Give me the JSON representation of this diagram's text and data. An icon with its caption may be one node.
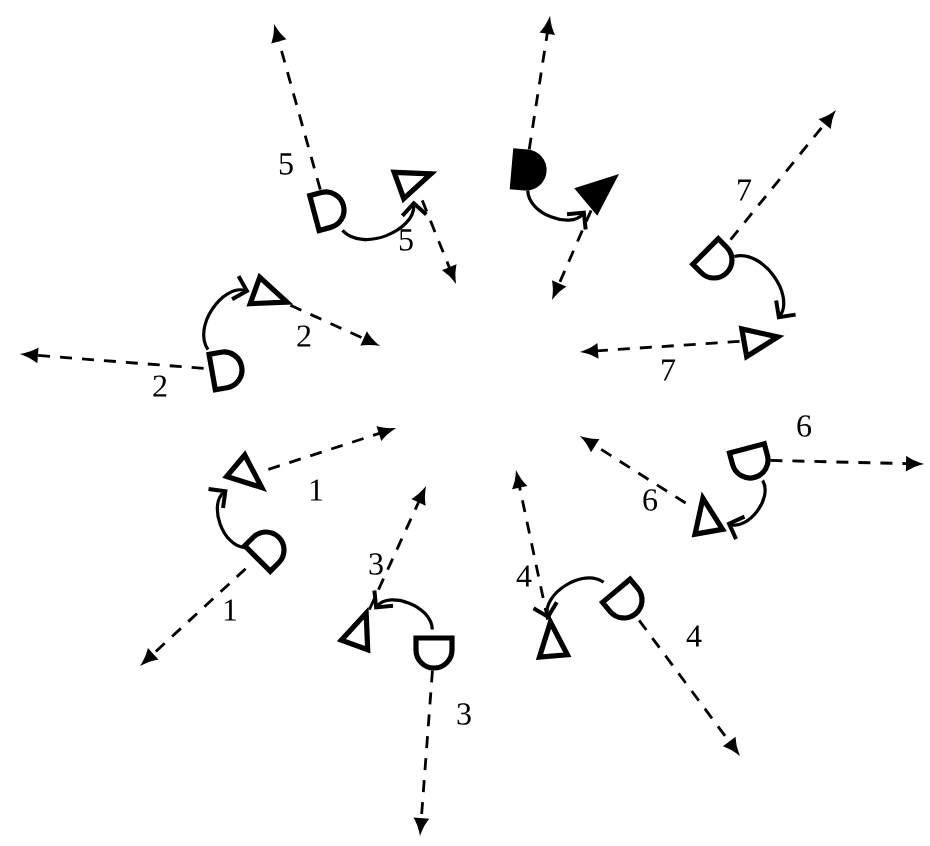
{
  "diagram": {
    "nodes": [
      {
        "text": [],
        "shape": "semicircle",
        "beside": [
          "5"
        ]
      },
      {
        "text": [],
        "shape": "triangle",
        "beside": [
          "5"
        ]
      },
      {
        "text": [],
        "shape": "semicircle"
      },
      {
        "text": [],
        "shape": "triangle"
      },
      {
        "text": [],
        "shape": "semicircle",
        "beside": [
          "7"
        ]
      },
      {
        "text": [],
        "shape": "triangle",
        "beside": [
          "7"
        ]
      },
      {
        "text": [],
        "shape": "semicircle",
        "beside": [
          "2"
        ]
      },
      {
        "text": [],
        "shape": "triangle",
        "beside": [
          "2"
        ]
      },
      {
        "text": [],
        "shape": "semicircle",
        "beside": [
          "6"
        ]
      },
      {
        "text": [],
        "shape": "triangle",
        "beside": [
          "6"
        ]
      },
      {
        "text": [],
        "shape": "semicircle",
        "beside": [
          "1"
        ]
      },
      {
        "text": [],
        "shape": "triangle",
        "beside": [
          "1"
        ]
      },
      {
        "text": [],
        "shape": "semicircle",
        "beside": [
          "3"
        ]
      },
      {
        "text": [],
        "shape": "triangle",
        "beside": [
          "3"
        ]
      },
      {
        "text": [],
        "shape": "semicircle",
        "beside": [
          "4"
        ]
      },
      {
        "text": [],
        "shape": "triangle",
        "beside": [
          "4"
        ]
      }
    ],
    "edges": [
      {
        "from": 0,
        "to": 1,
        "arrow": "to"
      },
      {
        "from": 2,
        "to": 3,
        "arrow": "to"
      },
      {
        "from": 4,
        "to": 5,
        "arrow": "to"
      },
      {
        "from": 6,
        "to": 7,
        "arrow": "to"
      },
      {
        "from": 8,
        "to": 9,
        "arrow": "to"
      },
      {
        "from": 10,
        "to": 11,
        "arrow": "to"
      },
      {
        "from": 12,
        "to": 13,
        "arrow": "to"
      },
      {
        "from": 14,
        "to": 15,
        "arrow": "to"
      },
      {
        "from": 0,
        "to": null,
        "arrow": "to",
        "style": "dashed"
      },
      {
        "from": 1,
        "to": null,
        "arrow": "to",
        "style": "dashed"
      },
      {
        "from": 2,
        "to": null,
        "arrow": "to",
        "style": "dashed"
      },
      {
        "from": 3,
        "to": null,
        "arrow": "to",
        "style": "dashed"
      },
      {
        "from": 4,
        "to": null,
        "arrow": "to",
        "style": "dashed"
      },
      {
        "from": 5,
        "to": null,
        "arrow": "to",
        "style": "dashed"
      },
      {
        "from": 6,
        "to": null,
        "arrow": "to",
        "style": "dashed"
      },
      {
        "from": 7,
        "to": null,
        "arrow": "to",
        "style": "dashed"
      },
      {
        "from": 8,
        "to": null,
        "arrow": "to",
        "style": "dashed"
      },
      {
        "from": 9,
        "to": null,
        "arrow": "to",
        "style": "dashed"
      },
      {
        "from": 10,
        "to": null,
        "arrow": "to",
        "style": "dashed"
      },
      {
        "from": 11,
        "to": null,
        "arrow": "to",
        "style": "dashed"
      },
      {
        "from": 12,
        "to": null,
        "arrow": "to",
        "style": "dashed"
      },
      {
        "from": 13,
        "to": null,
        "arrow": "to",
        "style": "dashed"
      },
      {
        "from": 14,
        "to": null,
        "arrow": "to",
        "style": "dashed"
      },
      {
        "from": 15,
        "to": null,
        "arrow": "to",
        "style": "dashed"
      }
    ]
  }
}
